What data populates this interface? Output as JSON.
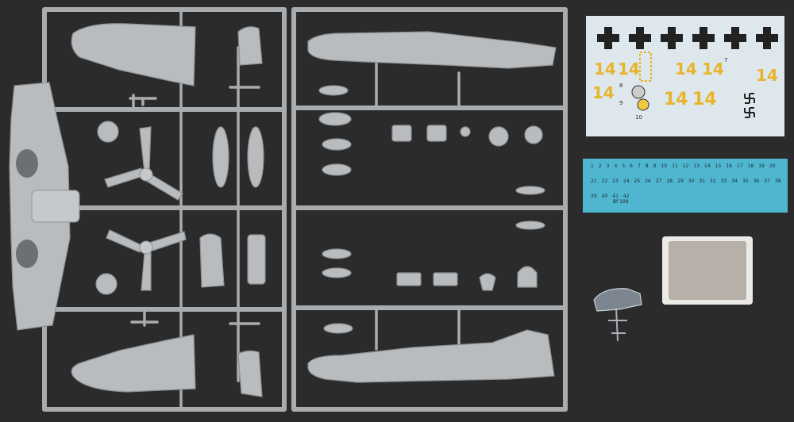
{
  "decals_large": {
    "numbers": [
      "14",
      "14",
      "14",
      "14",
      "14",
      "14",
      "14",
      "14"
    ],
    "small_marks": [
      "7",
      "8",
      "9",
      "10"
    ]
  },
  "decals_small": {
    "labels": [
      "1",
      "2",
      "3",
      "4",
      "5",
      "6",
      "7",
      "8",
      "9",
      "10",
      "11",
      "12",
      "13",
      "14",
      "15",
      "16",
      "17",
      "18",
      "19",
      "20",
      "21",
      "22",
      "23",
      "24",
      "25",
      "26",
      "27",
      "28",
      "29",
      "30",
      "31",
      "32",
      "33",
      "34",
      "35",
      "36",
      "37",
      "38",
      "39",
      "40",
      "41",
      "42"
    ],
    "model": "Bf 109"
  },
  "colors": {
    "background": "#2a2a2a",
    "plastic": "#b9bcbf",
    "decal_yellow": "#e7b42a",
    "decal_sheet_large": "#dde7ec",
    "decal_sheet_small": "#4fb6cf",
    "mask_sheet": "#b6b0a8"
  }
}
